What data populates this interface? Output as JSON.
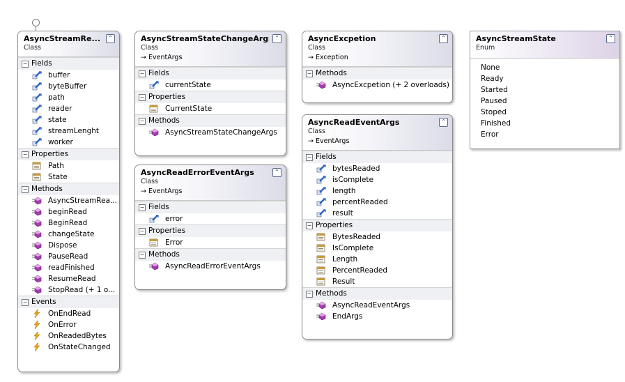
{
  "shapes": {
    "asyncStreamReader": {
      "title": "AsyncStreamRe...",
      "stereotype": "Class",
      "sections": {
        "fields": {
          "label": "Fields",
          "items": [
            "buffer",
            "byteBuffer",
            "path",
            "reader",
            "state",
            "streamLenght",
            "worker"
          ]
        },
        "properties": {
          "label": "Properties",
          "items": [
            "Path",
            "State"
          ]
        },
        "methods": {
          "label": "Methods",
          "items": [
            "AsyncStreamRea...",
            "beginRead",
            "BeginRead",
            "changeState",
            "Dispose",
            "PauseRead",
            "readFinished",
            "ResumeRead",
            "StopRead (+ 1 o..."
          ]
        },
        "events": {
          "label": "Events",
          "items": [
            "OnEndRead",
            "OnError",
            "OnReadedBytes",
            "OnStateChanged"
          ]
        }
      }
    },
    "asyncStreamStateChangeArgs": {
      "title": "AsyncStreamStateChangeArgs",
      "stereotype": "Class",
      "base": "→ EventArgs",
      "sections": {
        "fields": {
          "label": "Fields",
          "items": [
            "currentState"
          ]
        },
        "properties": {
          "label": "Properties",
          "items": [
            "CurrentState"
          ]
        },
        "methods": {
          "label": "Methods",
          "items": [
            "AsyncStreamStateChangeArgs"
          ]
        }
      }
    },
    "asyncReadErrorEventArgs": {
      "title": "AsyncReadErrorEventArgs",
      "stereotype": "Class",
      "base": "→ EventArgs",
      "sections": {
        "fields": {
          "label": "Fields",
          "items": [
            "error"
          ]
        },
        "properties": {
          "label": "Properties",
          "items": [
            "Error"
          ]
        },
        "methods": {
          "label": "Methods",
          "items": [
            "AsyncReadErrorEventArgs"
          ]
        }
      }
    },
    "asyncExcpetion": {
      "title": "AsyncExcpetion",
      "stereotype": "Class",
      "base": "→ Exception",
      "sections": {
        "methods": {
          "label": "Methods",
          "items": [
            "AsyncExcpetion (+ 2 overloads)"
          ]
        }
      }
    },
    "asyncReadEventArgs": {
      "title": "AsyncReadEventArgs",
      "stereotype": "Class",
      "base": "→ EventArgs",
      "sections": {
        "fields": {
          "label": "Fields",
          "items": [
            "bytesReaded",
            "isComplete",
            "length",
            "percentReaded",
            "result"
          ]
        },
        "properties": {
          "label": "Properties",
          "items": [
            "BytesReaded",
            "IsComplete",
            "Length",
            "PercentReaded",
            "Result"
          ]
        },
        "methods": {
          "label": "Methods",
          "items": [
            "AsyncReadEventArgs",
            "EndArgs"
          ]
        }
      }
    },
    "asyncStreamState": {
      "title": "AsyncStreamState",
      "stereotype": "Enum",
      "values": [
        "None",
        "Ready",
        "Started",
        "Paused",
        "Stoped",
        "Finished",
        "Error"
      ]
    }
  },
  "icons": {
    "field": "field-icon",
    "property": "property-icon",
    "method": "method-icon",
    "event": "event-icon",
    "collapse": "collapse-icon",
    "section_toggle": "section-toggle-icon"
  },
  "colors": {
    "field_icon": "#2b62c6",
    "method_icon": "#a53bb0",
    "event_icon": "#e8a317",
    "property_icon": "#c69a3c"
  }
}
